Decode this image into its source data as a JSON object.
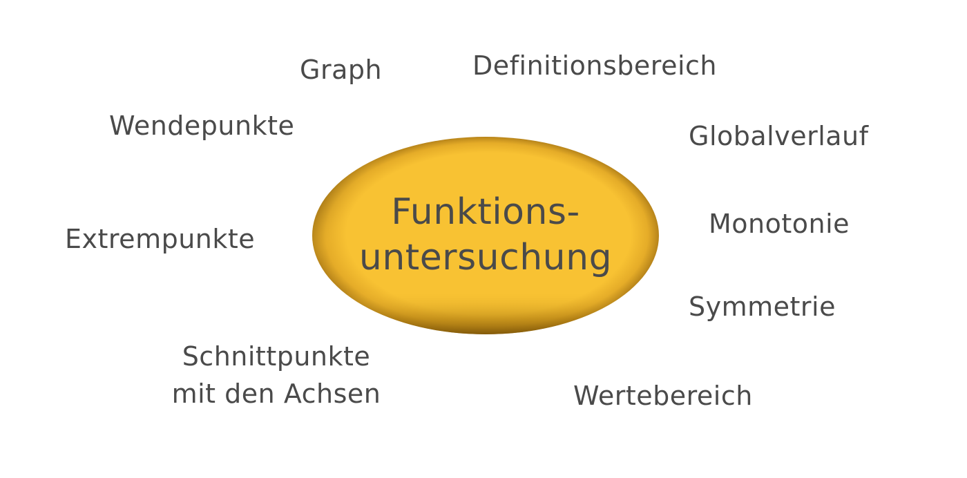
{
  "center": {
    "line1": "Funktions-",
    "line2": "untersuchung",
    "fill_color": "#F8C233",
    "shadow_color": "#8C6310"
  },
  "topics": {
    "graph": "Graph",
    "definitionsbereich": "Definitionsbereich",
    "wendepunkte": "Wendepunkte",
    "globalverlauf": "Globalverlauf",
    "monotonie": "Monotonie",
    "extrempunkte": "Extrempunkte",
    "symmetrie": "Symmetrie",
    "schnittpunkte_line1": "Schnittpunkte",
    "schnittpunkte_line2": "mit den Achsen",
    "wertebereich": "Wertebereich"
  },
  "text_color": "#4A4A4A"
}
